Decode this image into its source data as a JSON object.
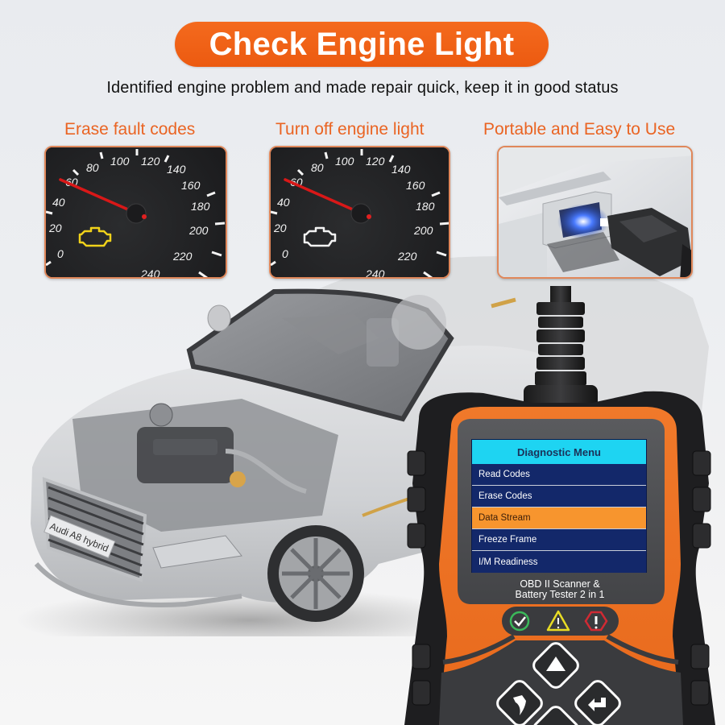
{
  "header": {
    "title": "Check Engine Light",
    "subtitle": "Identified engine problem and made repair quick, keep it in good status"
  },
  "features": [
    {
      "caption": "Erase fault codes",
      "image": "speedometer-with-yellow-engine-light"
    },
    {
      "caption": "Turn off engine light",
      "image": "speedometer-with-engine-light-off"
    },
    {
      "caption": "Portable and Easy to Use",
      "image": "obd-connector-plugged-in"
    }
  ],
  "gauge": {
    "ticks": [
      "0",
      "20",
      "40",
      "60",
      "80",
      "100",
      "120",
      "140",
      "160",
      "180",
      "200",
      "220",
      "240"
    ],
    "needle_value": 60
  },
  "car": {
    "badge": "Audi A8 hybrid"
  },
  "device": {
    "screen": {
      "title": "Diagnostic Menu",
      "items": [
        {
          "label": "Read Codes",
          "selected": false
        },
        {
          "label": "Erase Codes",
          "selected": false
        },
        {
          "label": "Data Stream",
          "selected": true
        },
        {
          "label": "Freeze Frame",
          "selected": false
        },
        {
          "label": "I/M Readiness",
          "selected": false
        }
      ]
    },
    "label_line1": "OBD II Scanner &",
    "label_line2": "Battery Tester 2 in 1",
    "indicators": [
      "check-icon",
      "warning-icon",
      "error-icon"
    ],
    "buttons": [
      "up-arrow",
      "back",
      "enter",
      "down-arrow"
    ]
  },
  "colors": {
    "accent_orange": "#ec5a10",
    "caption_orange": "#ea6423",
    "screen_header": "#1ed4f2",
    "screen_bg": "#13286a",
    "screen_selected": "#f7952e",
    "device_orange": "#f07a2a",
    "engine_light_on": "#f0d21a"
  }
}
